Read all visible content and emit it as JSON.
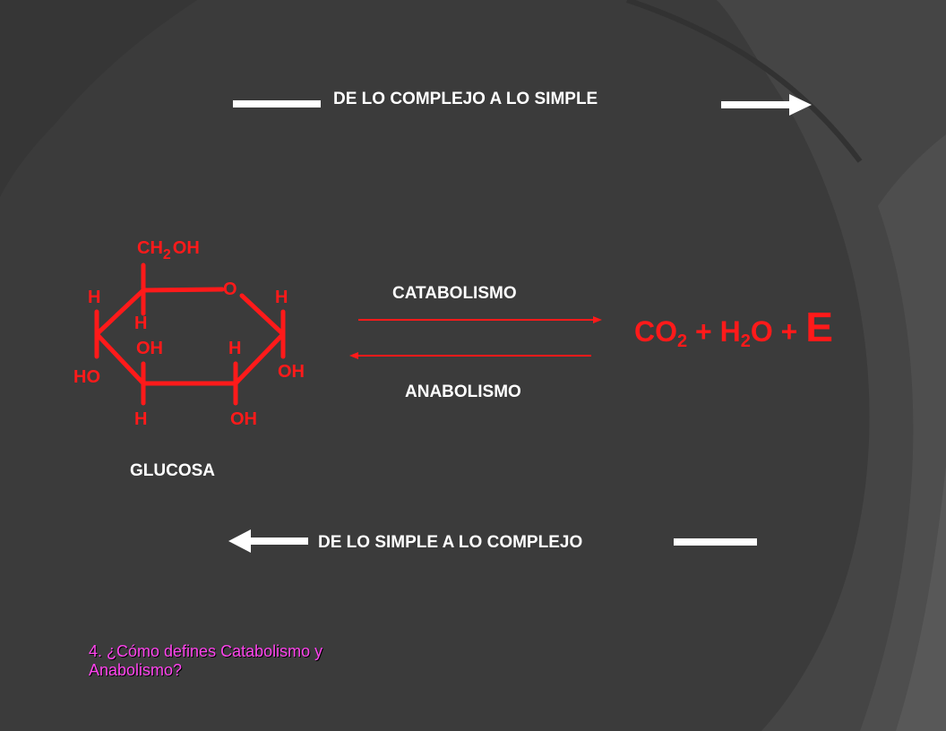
{
  "top_label": "DE LO COMPLEJO A LO SIMPLE",
  "bottom_label": "DE LO SIMPLE  A LO COMPLEJO",
  "catabolism_label": "CATABOLISMO",
  "anabolism_label": "ANABOLISMO",
  "molecule": {
    "name": "GLUCOSA",
    "atoms": {
      "ch2": "CH",
      "ch2_sub": "2",
      "ch2_oh": "OH",
      "ring_o": "O",
      "h_left": "H",
      "h_right": "H",
      "h_inner": "H",
      "oh_inner": "OH",
      "h_inner_right": "H",
      "oh_right": "OH",
      "ho_left": "HO",
      "h_bottom": "H",
      "oh_bottom": "OH"
    }
  },
  "equation": {
    "co": "CO",
    "co_sub": "2",
    "plus1": " + ",
    "h": "H",
    "h_sub": "2",
    "o": "O",
    "plus2": " + ",
    "e": "E"
  },
  "question": "4. ¿Cómo defines Catabolismo y Anabolismo?",
  "colors": {
    "background": "#3b3b3b",
    "molecule": "#ff1a1a",
    "labels": "#ffffff",
    "question": "#ff44ee"
  }
}
